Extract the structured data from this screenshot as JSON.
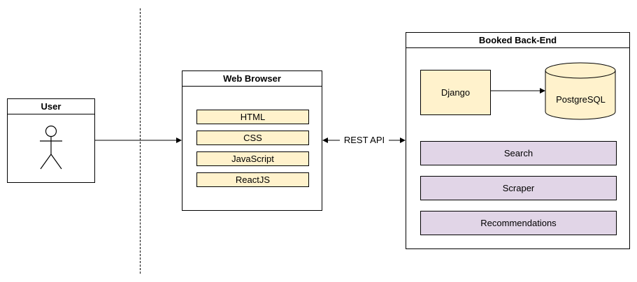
{
  "user": {
    "title": "User",
    "icon": "stick-figure-icon"
  },
  "browser": {
    "title": "Web Browser",
    "items": [
      "HTML",
      "CSS",
      "JavaScript",
      "ReactJS"
    ]
  },
  "connection": {
    "label": "REST API"
  },
  "backend": {
    "title": "Booked Back-End",
    "framework": "Django",
    "database": "PostgreSQL",
    "modules": [
      "Search",
      "Scraper",
      "Recommendations"
    ]
  },
  "colors": {
    "tech_fill": "#fff2cc",
    "module_fill": "#e1d5e7",
    "stroke": "#000000"
  }
}
